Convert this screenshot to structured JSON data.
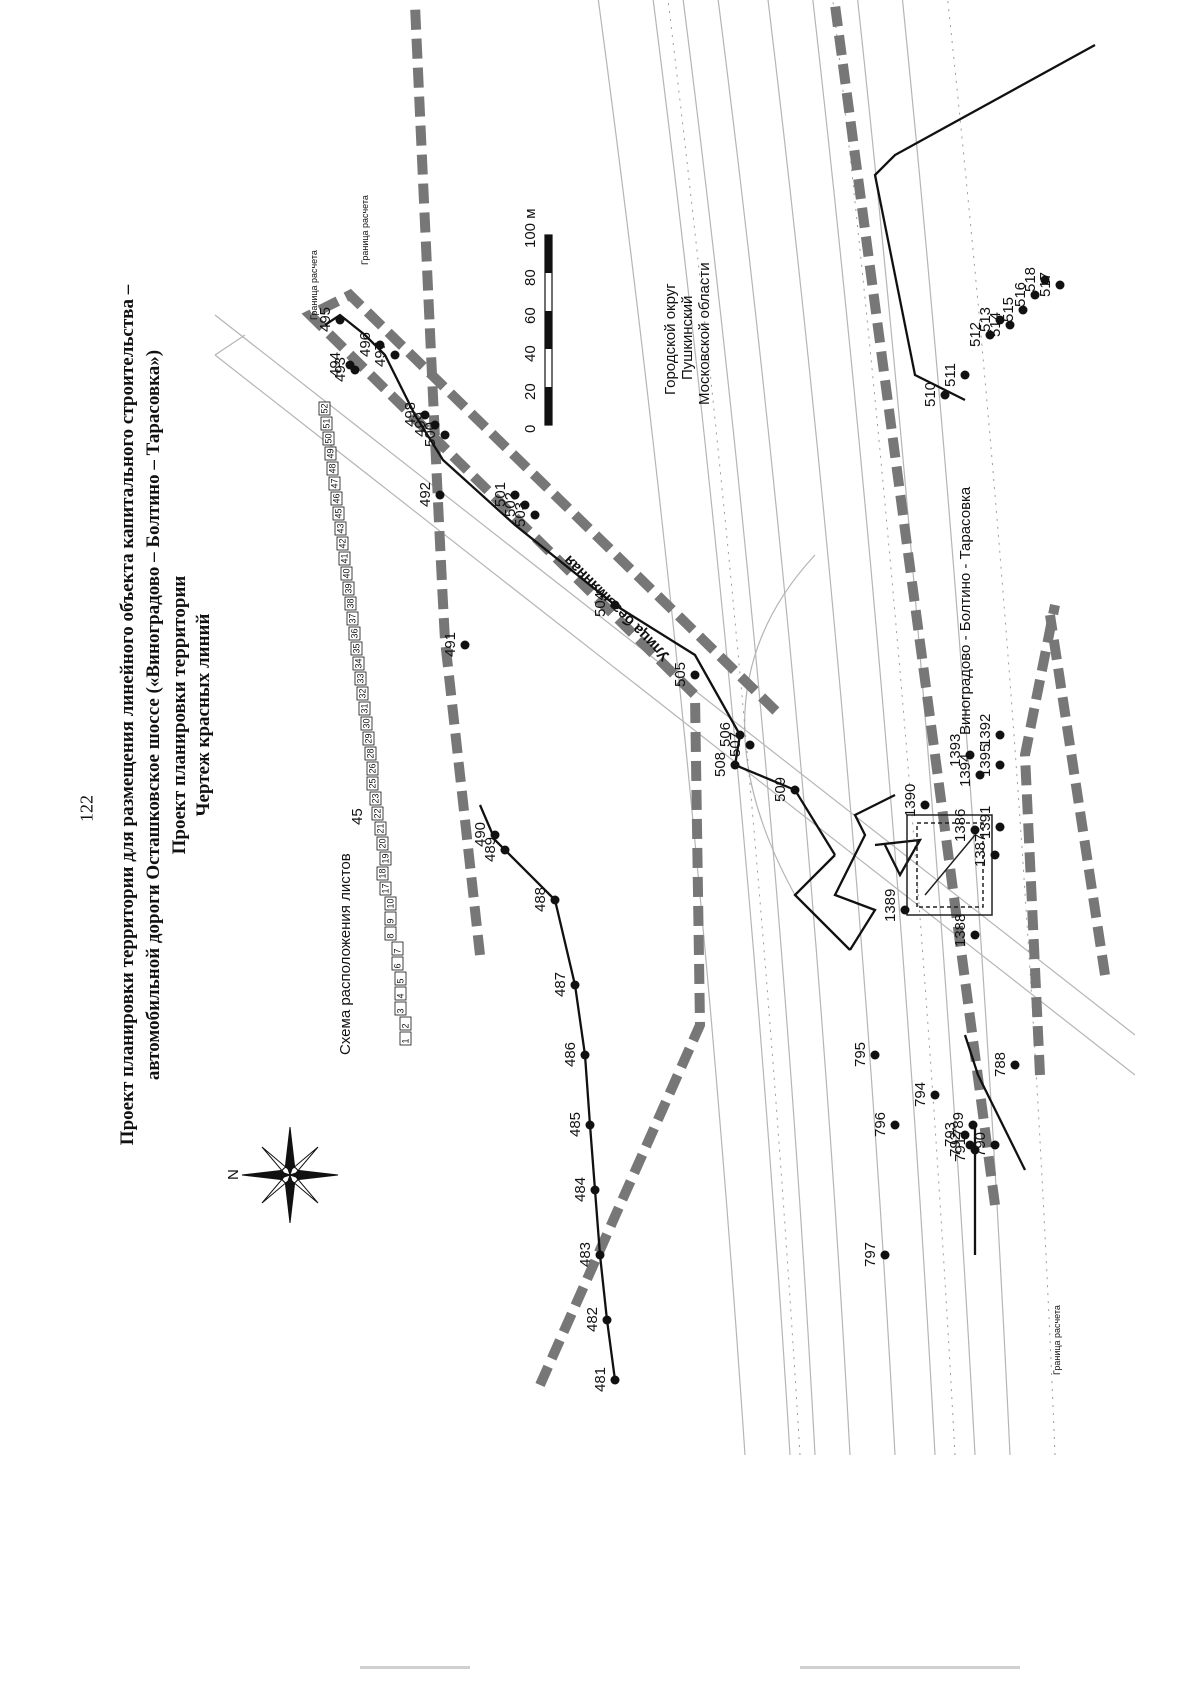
{
  "page_number": "122",
  "title": {
    "line1": "Проект планировки территории для размещения линейного объекта капитального строительства –",
    "line2": "автомобильной дороги Осташковское шоссе («Виноградово – Болтино – Тарасовка»)",
    "line3": "Проект планировки территории",
    "line4": "Чертеж красных линий"
  },
  "map": {
    "scheme_title": "Схема расположения листов",
    "scheme_pointer": "45",
    "compass_label": "N",
    "municipality": [
      "Городской округ",
      "Пушкинский",
      "Московской области"
    ],
    "street_label": "Улица безымянная",
    "road_label": "Виноградово - Болтино - Тарасовка",
    "boundary_label": "Граница расчета",
    "scale_ticks": [
      "0",
      "20",
      "40",
      "60",
      "80",
      "100 м"
    ],
    "points": [
      "481",
      "482",
      "483",
      "484",
      "485",
      "486",
      "487",
      "488",
      "489",
      "490",
      "491",
      "492",
      "493",
      "494",
      "495",
      "496",
      "497",
      "498",
      "499",
      "500",
      "501",
      "502",
      "503",
      "504",
      "505",
      "506",
      "507",
      "508",
      "509",
      "510",
      "511",
      "512",
      "513",
      "514",
      "515",
      "516",
      "517",
      "518",
      "788",
      "789",
      "790",
      "791",
      "792",
      "793",
      "794",
      "795",
      "796",
      "797",
      "1386",
      "1387",
      "1388",
      "1389",
      "1390",
      "1391",
      "1392",
      "1393",
      "1394",
      "1395"
    ],
    "sheet_numbers": [
      "1",
      "2",
      "3",
      "4",
      "5",
      "6",
      "7",
      "8",
      "9",
      "10",
      "17",
      "18",
      "19",
      "20",
      "21",
      "22",
      "23",
      "25",
      "26",
      "28",
      "29",
      "30",
      "31",
      "32",
      "33",
      "34",
      "35",
      "36",
      "37",
      "38",
      "39",
      "40",
      "41",
      "42",
      "43",
      "45",
      "46",
      "47",
      "48",
      "49",
      "50",
      "51",
      "52"
    ]
  },
  "colors": {
    "red_line": "#111111",
    "boundary": "#777777",
    "background": "#ffffff"
  }
}
